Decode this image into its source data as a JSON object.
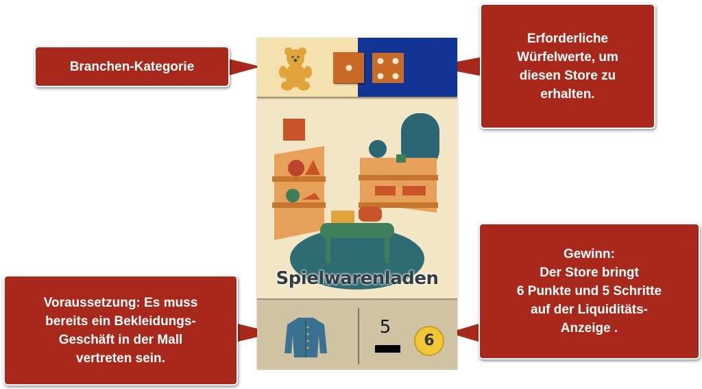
{
  "card": {
    "title": "Spielwarenladen",
    "category_icon": "teddy-bear-icon",
    "dice_values": [
      1,
      4
    ],
    "requirement_icon": "shirt-icon",
    "steps": "5",
    "points": "6",
    "colors": {
      "top_left": "#f4e1ae",
      "top_right": "#123495",
      "bottom": "#cfc3a3",
      "coin": "#f2c737"
    }
  },
  "callouts": {
    "category": "Branchen-Kategorie",
    "dice": [
      "Erforderliche",
      "Würfelwerte, um",
      "diesen Store zu",
      "erhalten."
    ],
    "requirement": [
      "Voraussetzung: Es muss",
      "bereits ein Bekleidungs-",
      "Geschäft in der Mall",
      "vertreten sein."
    ],
    "reward": [
      "Gewinn:",
      "Der Store bringt",
      "6 Punkte und 5 Schritte",
      "auf der Liquiditäts-",
      "Anzeige ."
    ],
    "color": "#a8291c"
  }
}
